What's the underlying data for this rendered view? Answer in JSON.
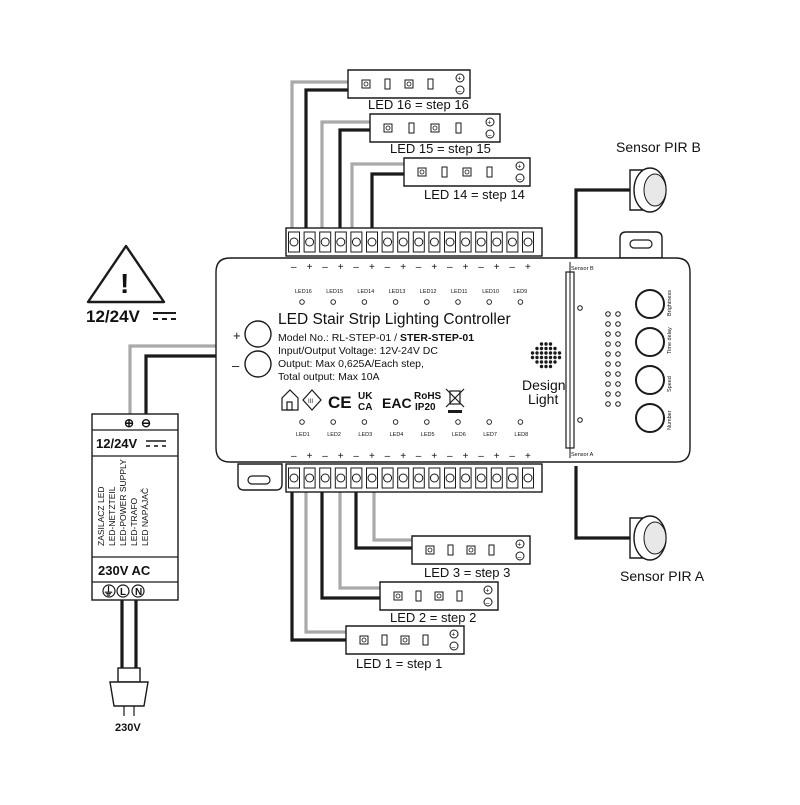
{
  "controller": {
    "title": "LED Stair Strip Lighting Controller",
    "model_prefix": "Model No.: RL-STEP-01 / ",
    "model_bold": "STER-STEP-01",
    "voltage": "Input/Output Voltage: 12V-24V DC",
    "output": "Output: Max 0,625A/Each step,",
    "total": "Total output: Max 10A",
    "plus": "+",
    "minus": "–",
    "top_leds": [
      "LED16",
      "LED15",
      "LED14",
      "LED13",
      "LED12",
      "LED11",
      "LED10",
      "LED9"
    ],
    "bottom_leds": [
      "LED1",
      "LED2",
      "LED3",
      "LED4",
      "LED5",
      "LED6",
      "LED7",
      "LED8"
    ],
    "sensor_b_label": "Sensor B",
    "sensor_a_label": "Sensor A",
    "knobs": [
      "Brightness",
      "Time delay",
      "Speed",
      "Number"
    ],
    "marks": {
      "ce": "CE",
      "ukca1": "UK",
      "ukca2": "CA",
      "eac": "EAC",
      "rohs": "RoHS",
      "ip": "IP20"
    },
    "brand1": "Design",
    "brand2": "Light"
  },
  "strips": {
    "led16": "LED 16 = step 16",
    "led15": "LED 15 = step 15",
    "led14": "LED 14 = step 14",
    "led3": "LED 3 = step 3",
    "led2": "LED 2 = step 2",
    "led1": "LED 1 = step 1",
    "pm": [
      "+",
      "–"
    ]
  },
  "sensors": {
    "b": "Sensor PIR B",
    "a": "Sensor PIR A"
  },
  "warning": {
    "symbol": "!",
    "voltage": "12/24V"
  },
  "power_supply": {
    "terminals": [
      "⊕",
      "⊖"
    ],
    "voltage": "12/24V",
    "lines": [
      "ZASILACZ LED",
      "LED-NETZTEIL",
      "LED-POWER SUPPLY",
      "LED-TRAFO",
      "LED NAPÁJAČ"
    ],
    "ac": "230V AC",
    "terminals_ac": [
      "⏚",
      "L",
      "N"
    ]
  },
  "plug": {
    "label": "230V"
  }
}
